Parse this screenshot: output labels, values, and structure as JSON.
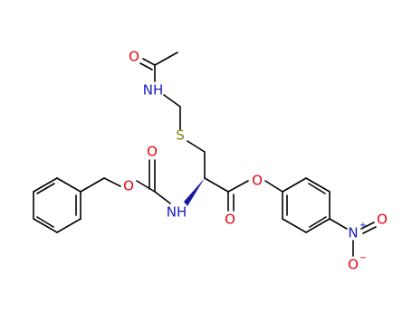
{
  "molecule": {
    "atom_labels": {
      "acetyl_carbonyl_o": "O",
      "acetamide_nh": "NH",
      "thioether_s": "S",
      "carbamate_carbonyl_o": "O",
      "carbamate_ether_o": "O",
      "carbamate_nh": "NH",
      "ester_carbonyl_o": "O",
      "ester_ether_o": "O",
      "nitro_n": "N",
      "nitro_n_charge": "+",
      "nitro_o_top": "O",
      "nitro_o_bottom": "O",
      "nitro_o_bottom_charge": "−"
    },
    "colors": {
      "oxygen": "#e8000b",
      "nitrogen": "#1a1ac4",
      "sulfur": "#808000",
      "bond": "#000000",
      "stereo_wedge": "#1a1aa0"
    }
  }
}
